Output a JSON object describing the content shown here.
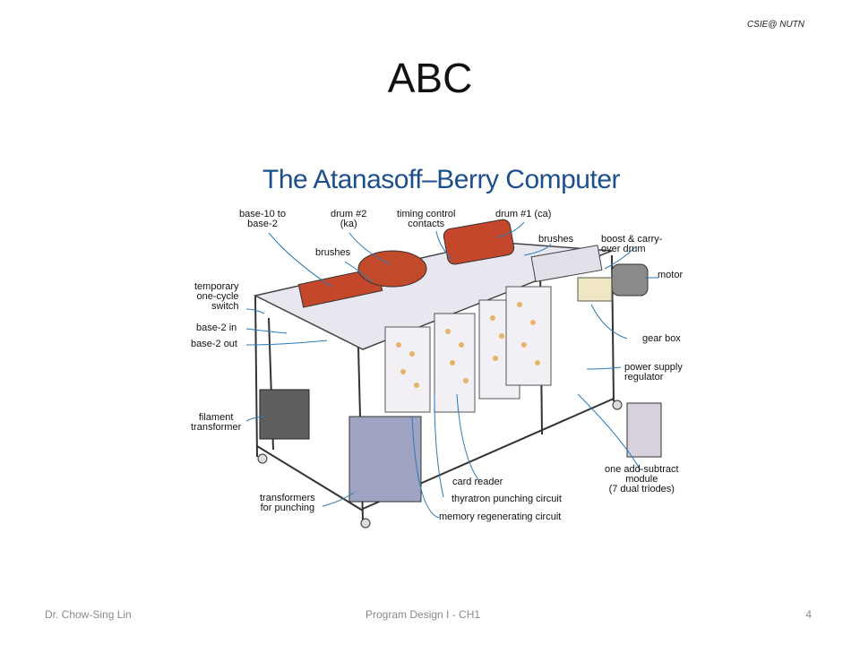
{
  "header": {
    "tag": "CSIE@ NUTN"
  },
  "slide": {
    "title": "ABC"
  },
  "figure": {
    "title": "The Atanasoff–Berry Computer",
    "labels": {
      "base10to2": [
        "base-10 to",
        "base-2"
      ],
      "drum2": [
        "drum #2",
        "(ka)"
      ],
      "timing": [
        "timing control",
        "contacts"
      ],
      "drum1": "drum #1 (ca)",
      "brushes_top": "brushes",
      "brushes_left": "brushes",
      "boost": [
        "boost & carry-",
        "over drum"
      ],
      "motor": "motor",
      "temporary": [
        "temporary",
        "one-cycle",
        "switch"
      ],
      "base2in": "base-2 in",
      "base2out": "base-2 out",
      "gearbox": "gear box",
      "power": [
        "power supply",
        "regulator"
      ],
      "filament": [
        "filament",
        "transformer"
      ],
      "addsub": [
        "one add-subtract",
        "module",
        "(7 dual triodes)"
      ],
      "cardreader": "card reader",
      "thyratron": "thyratron punching circuit",
      "transformers": [
        "transformers",
        "for punching"
      ],
      "memory": "memory regenerating circuit"
    }
  },
  "footer": {
    "author": "Dr. Chow-Sing Lin",
    "course": "Program Design I - CH1",
    "page": "4"
  }
}
